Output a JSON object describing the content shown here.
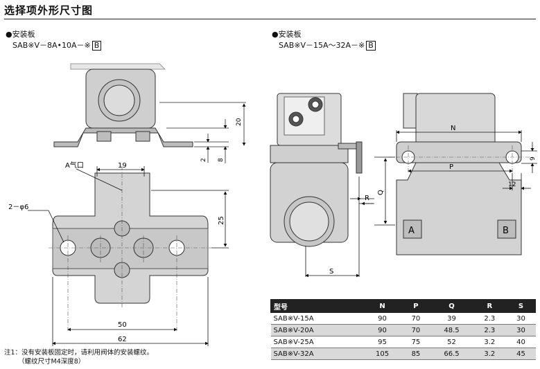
{
  "title": "选择项外形尺寸图",
  "left_section": {
    "heading": "●安装板",
    "model_prefix": "SAB※V－8A•10A－※",
    "model_box": "B",
    "dims": {
      "d20": "20",
      "d2": "2",
      "d8": "8",
      "port_a": "A气口",
      "d19": "19",
      "d25": "25",
      "hole": "2－φ6",
      "d50": "50",
      "d62": "62"
    }
  },
  "right_section": {
    "heading": "●安装板",
    "model_prefix": "SAB※V－15A～32A－※",
    "model_box": "B",
    "dims": {
      "N": "N",
      "P": "P",
      "Q": "Q",
      "R": "R",
      "S": "S",
      "d9": "9",
      "d12": "12",
      "mark_a": "A",
      "mark_b": "B"
    }
  },
  "table": {
    "headers": [
      "型号",
      "N",
      "P",
      "Q",
      "R",
      "S"
    ],
    "rows": [
      [
        "SAB※V-15A",
        "90",
        "70",
        "39",
        "2.3",
        "30"
      ],
      [
        "SAB※V-20A",
        "90",
        "70",
        "48.5",
        "2.3",
        "30"
      ],
      [
        "SAB※V-25A",
        "95",
        "75",
        "52",
        "3.2",
        "40"
      ],
      [
        "SAB※V-32A",
        "105",
        "85",
        "66.5",
        "3.2",
        "45"
      ]
    ]
  },
  "note": {
    "line1": "注1：没有安装板固定时，请利用阀体的安装螺纹。",
    "line2": "（螺纹尺寸M4深度8）"
  }
}
